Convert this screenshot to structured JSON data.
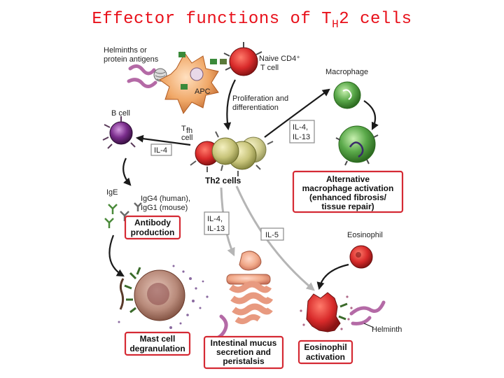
{
  "title": {
    "main": "Effector functions of T",
    "sub": "H",
    "tail": "2 cells"
  },
  "labels": {
    "helminths": [
      "Helminths or",
      "protein antigens"
    ],
    "naive": [
      "Naive CD4⁺",
      "T cell"
    ],
    "apc": "APC",
    "prolif": [
      "Proliferation and",
      "differentiation"
    ],
    "macrophage": "Macrophage",
    "bcell": "B cell",
    "tfh": [
      "T",
      "fh",
      "cell"
    ],
    "il4_left": "IL-4",
    "il4_il13_top": [
      "IL-4,",
      "IL-13"
    ],
    "th2": "Th2 cells",
    "alt_mac": [
      "Alternative",
      "macrophage activation",
      "(enhanced fibrosis/",
      "tissue repair)"
    ],
    "ige": "IgE",
    "igg": [
      "IgG4 (human),",
      "IgG1 (mouse)"
    ],
    "antibody": [
      "Antibody",
      "production"
    ],
    "il4_il13_mid": [
      "IL-4,",
      "IL-13"
    ],
    "il5": "IL-5",
    "eosinophil": "Eosinophil",
    "helminth": "Helminth",
    "mast": [
      "Mast cell",
      "degranulation"
    ],
    "intestinal": [
      "Intestinal mucus",
      "secretion and",
      "peristalsis"
    ],
    "eos_act": [
      "Eosinophil",
      "activation"
    ]
  },
  "colors": {
    "title": "#e8101a",
    "box_border": "#d52a34",
    "th2_cell": "#c8c47a",
    "naive_cell": "#d82a2a",
    "b_cell": "#7a2d8c",
    "macrophage": "#5aa94a",
    "mast_cell": "#9c6a5a",
    "eosinophil": "#c8282a"
  },
  "icons": [
    "apc-cell-icon",
    "naive-t-cell-icon",
    "macrophage-icon",
    "b-cell-icon",
    "th2-cell-cluster-icon",
    "antibody-icon",
    "mast-cell-icon",
    "intestine-icon",
    "eosinophil-icon",
    "helminth-worm-icon"
  ]
}
